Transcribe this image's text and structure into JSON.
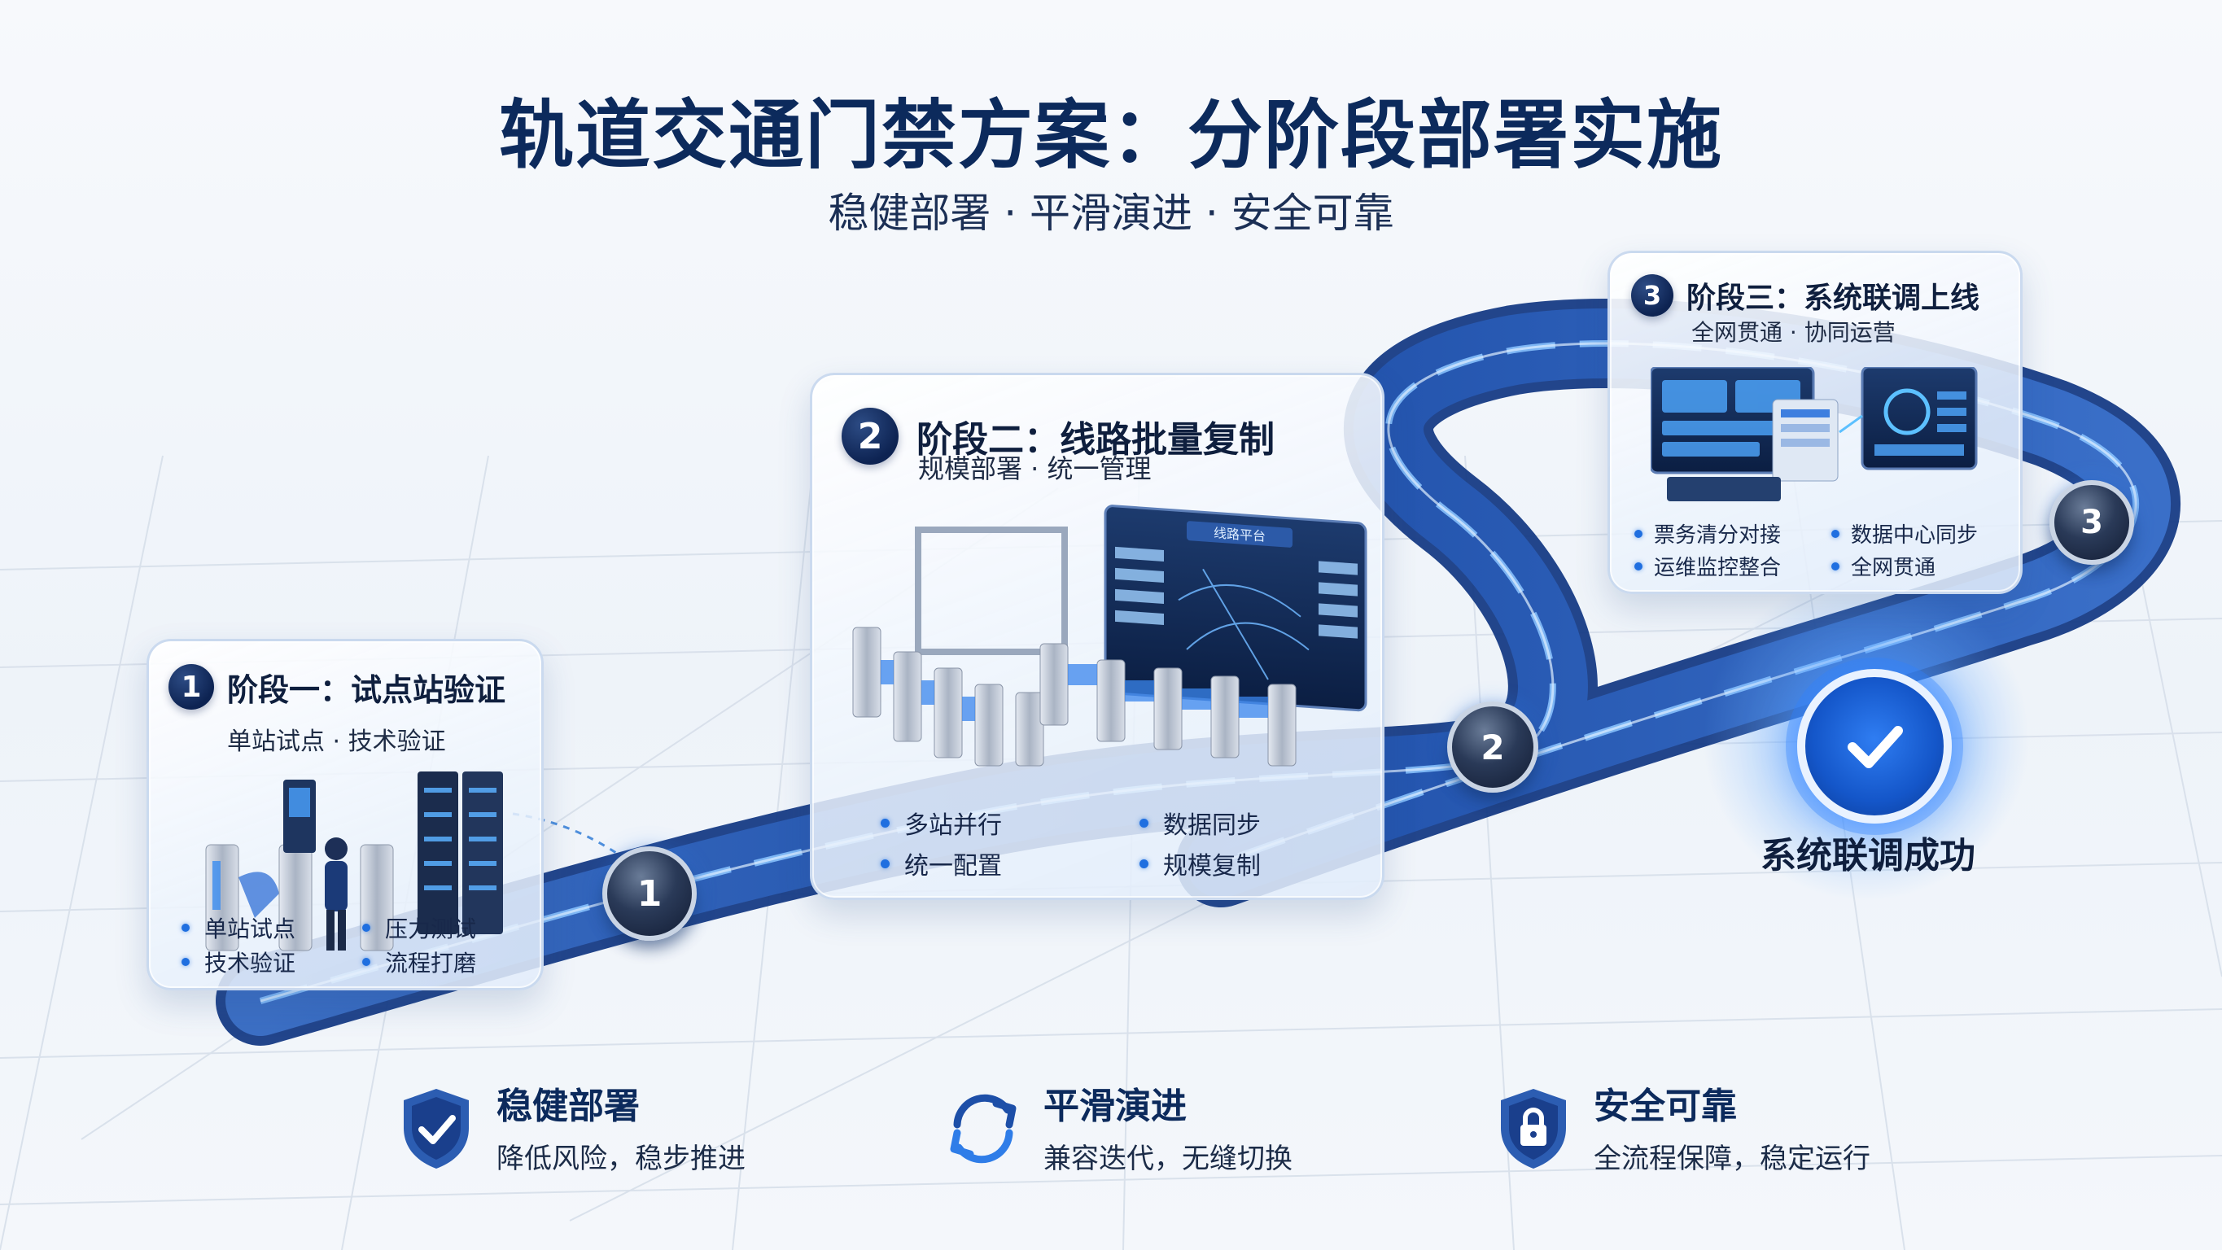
{
  "title": "轨道交通门禁方案：分阶段部署实施",
  "subtitle": "稳健部署 · 平滑演进 · 安全可靠",
  "stages": [
    {
      "number": "1",
      "title": "阶段一：试点站验证",
      "subtitle": "单站试点 · 技术验证",
      "bullets": [
        "单站试点",
        "压力测试",
        "技术验证",
        "流程打磨"
      ]
    },
    {
      "number": "2",
      "title": "阶段二：线路批量复制",
      "subtitle": "规模部署 · 统一管理",
      "bullets": [
        "多站并行",
        "数据同步",
        "统一配置",
        "规模复制"
      ],
      "screen_label": "线路平台"
    },
    {
      "number": "3",
      "title": "阶段三：系统联调上线",
      "subtitle": "全网贯通 · 协同运营",
      "bullets": [
        "票务清分对接",
        "数据中心同步",
        "运维监控整合",
        "全网贯通"
      ]
    }
  ],
  "milestones": [
    "1",
    "2",
    "3"
  ],
  "success_label": "系统联调成功",
  "features": [
    {
      "icon": "shield-check-icon",
      "title": "稳健部署",
      "desc": "降低风险，稳步推进"
    },
    {
      "icon": "sync-icon",
      "title": "平滑演进",
      "desc": "兼容迭代，无缝切换"
    },
    {
      "icon": "shield-lock-icon",
      "title": "安全可靠",
      "desc": "全流程保障，稳定运行"
    }
  ],
  "colors": {
    "primary": "#0c2a5c",
    "accent": "#1f6fe0",
    "track": "#2a5fb8"
  }
}
